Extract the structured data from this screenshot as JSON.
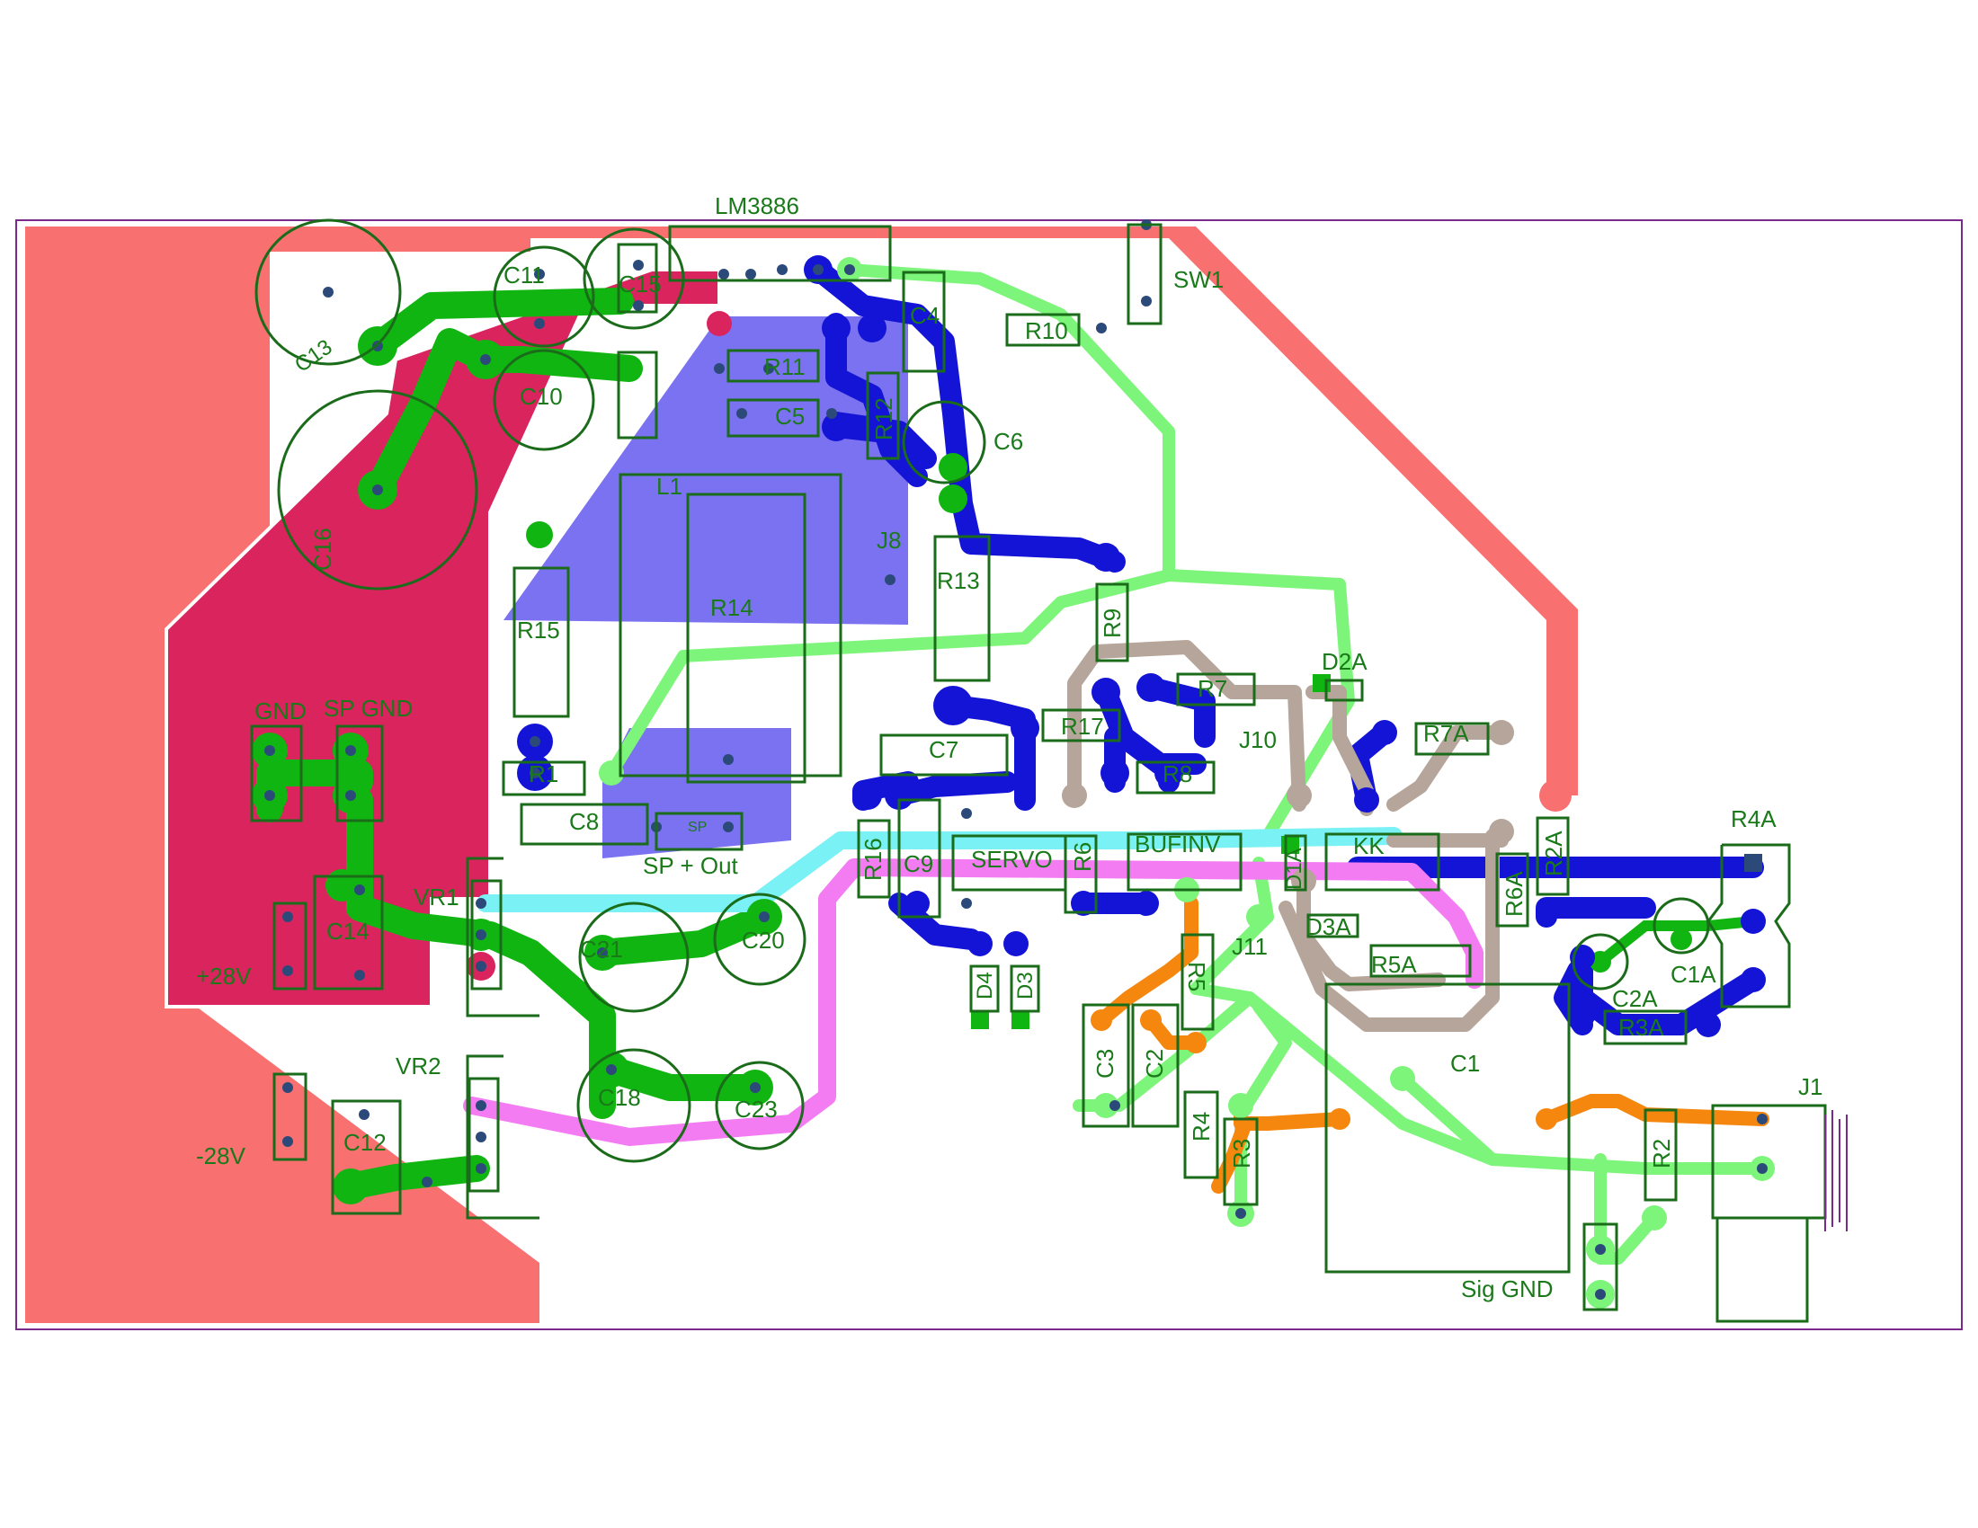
{
  "board": {
    "colors": {
      "power_plane": "#f87070",
      "ground_plane": "#d9245e",
      "out_plane": "#7a72f0",
      "green": "#11b511",
      "lightgreen": "#7df57a",
      "blue": "#1414d6",
      "cyan": "#7af1f4",
      "magenta": "#f37cf3",
      "tan": "#b5a59a",
      "orange": "#f5870f",
      "silk": "#1a6b1a",
      "frame": "#7a2a8a"
    }
  },
  "labels": {
    "lm3886": "LM3886",
    "sw1": "SW1",
    "c11": "C11",
    "c15": "C15",
    "c13": "C13",
    "c10": "C10",
    "c16": "C16",
    "c4": "C4",
    "r10": "R10",
    "r11": "R11",
    "r12": "R12",
    "c5": "C5",
    "c6": "C6",
    "l1": "L1",
    "j8": "J8",
    "r13": "R13",
    "r14": "R14",
    "r15": "R15",
    "r9": "R9",
    "d2a": "D2A",
    "r7": "R7",
    "r7a": "R7A",
    "r17": "R17",
    "c7": "C7",
    "j10": "J10",
    "r8": "R8",
    "gnd": "GND",
    "sp_gnd": "SP GND",
    "r1": "R1",
    "c8": "C8",
    "sp": "SP",
    "sp_out": "SP + Out",
    "r16": "R16",
    "c9": "C9",
    "servo": "SERVO",
    "r6": "R6",
    "bufinv": "BUFINV",
    "d1a": "D1A",
    "kk": "KK",
    "r6a": "R6A",
    "r2a": "R2A",
    "r4a": "R4A",
    "vr1": "VR1",
    "c14": "C14",
    "plus28v": "+28V",
    "c21": "C21",
    "c20": "C20",
    "d4": "D4",
    "d3": "D3",
    "j11": "J11",
    "d3a": "D3A",
    "r5a": "R5A",
    "r5": "R5",
    "c1a": "C1A",
    "c2a": "C2A",
    "r3a": "R3A",
    "vr2": "VR2",
    "c18": "C18",
    "c23": "C23",
    "c3": "C3",
    "c2": "C2",
    "c1": "C1",
    "r4": "R4",
    "r3": "R3",
    "r2": "R2",
    "j1": "J1",
    "minus28v": "-28V",
    "c12": "C12",
    "sig_gnd": "Sig GND"
  }
}
